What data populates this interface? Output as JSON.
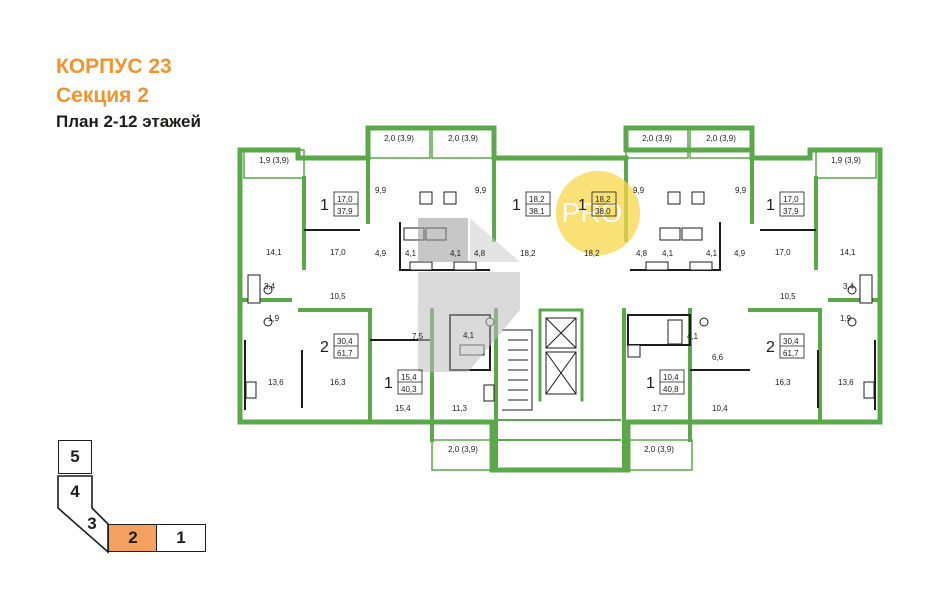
{
  "header": {
    "building": "КОРПУС 23",
    "section": "Секция 2",
    "plan": "План 2-12 этажей"
  },
  "colors": {
    "wall": "#5aa84a",
    "accent": "#f0942b",
    "selected_section": "#f4a15f",
    "highlight": "#f7d54a"
  },
  "watermark": "PRO",
  "sections_nav": {
    "items": [
      {
        "label": "5",
        "active": false
      },
      {
        "label": "4",
        "active": false
      },
      {
        "label": "3",
        "active": false
      },
      {
        "label": "2",
        "active": true
      },
      {
        "label": "1",
        "active": false
      }
    ]
  },
  "plan": {
    "balconies": [
      "1,9 (3,9)",
      "2,0 (3,9)",
      "2,0 (3,9)",
      "2,0 (3,9)",
      "2,0 (3,9)",
      "1,9 (3,9)",
      "2,0 (3,9)",
      "2,0 (3,9)"
    ],
    "apartments": [
      {
        "rooms": "1",
        "living": "17,0",
        "total": "37,9"
      },
      {
        "rooms": "1",
        "living": "18,2",
        "total": "38,1"
      },
      {
        "rooms": "1",
        "living": "18,2",
        "total": "38,0"
      },
      {
        "rooms": "1",
        "living": "17,0",
        "total": "37,9"
      },
      {
        "rooms": "2",
        "living": "30,4",
        "total": "61,7"
      },
      {
        "rooms": "1",
        "living": "15,4",
        "total": "40,3"
      },
      {
        "rooms": "1",
        "living": "10,4",
        "total": "40,8"
      },
      {
        "rooms": "2",
        "living": "30,4",
        "total": "61,7"
      }
    ],
    "areas": {
      "a1": "9,9",
      "a2": "9,9",
      "a3": "9,9",
      "a4": "9,9",
      "a5": "14,1",
      "a6": "17,0",
      "a7": "4,9",
      "a8": "4,1",
      "a9": "4,1",
      "a10": "4,8",
      "a11": "18,2",
      "a12": "18,2",
      "a13": "4,8",
      "a14": "4,1",
      "a15": "4,1",
      "a16": "4,9",
      "a17": "17,0",
      "a18": "14,1",
      "a19": "3,4",
      "a20": "1,9",
      "a21": "10,5",
      "a22": "7,5",
      "a23": "4,1",
      "a24": "4,1",
      "a25": "6,6",
      "a26": "10,5",
      "a27": "3,4",
      "a28": "1,9",
      "a29": "13,6",
      "a30": "16,3",
      "a31": "15,4",
      "a32": "11,3",
      "a33": "17,7",
      "a34": "10,4",
      "a35": "16,3",
      "a36": "13,6"
    }
  }
}
